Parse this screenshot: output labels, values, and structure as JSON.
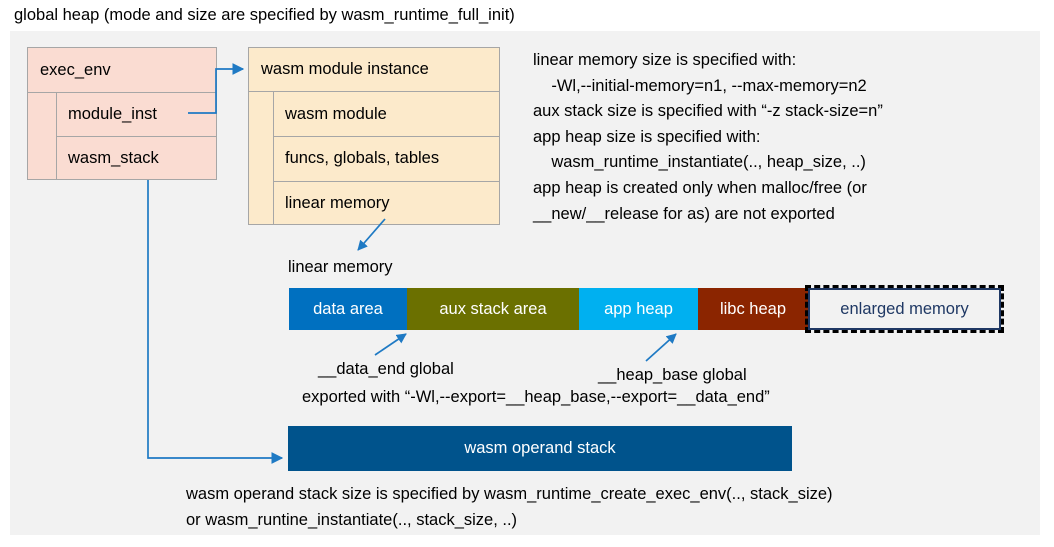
{
  "title": "global heap (mode and size are specified by wasm_runtime_full_init)",
  "colors": {
    "panel_bg": "#f2f2f2",
    "exec_env_fill": "#fadcd2",
    "module_inst_fill": "#fceacb",
    "box_border": "#a6a6a6",
    "connector": "#1f7ac4",
    "data_area": "#0070c0",
    "aux_stack_area": "#6b7000",
    "app_heap": "#00b0f0",
    "libc_heap": "#8b2500",
    "enlarged_memory_text": "#1f3864",
    "operand_stack_fill": "#00538c"
  },
  "exec_env": {
    "header": "exec_env",
    "fields": [
      "module_inst",
      "wasm_stack"
    ]
  },
  "module_instance": {
    "header": "wasm module instance",
    "fields": [
      "wasm module",
      "funcs, globals, tables",
      "linear memory"
    ]
  },
  "right_note": "linear memory size is specified with:\n    -Wl,--initial-memory=n1, --max-memory=n2\naux stack size is specified with “-z stack-size=n”\napp heap size is specified with:\n    wasm_runtime_instantiate(.., heap_size, ..)\napp heap is created only when malloc/free (or\n__new/__release for as) are not exported",
  "linear_memory": {
    "caption": "linear memory",
    "segments": [
      {
        "label": "data area",
        "color": "#0070c0",
        "width": 118
      },
      {
        "label": "aux stack area",
        "color": "#6b7000",
        "width": 172
      },
      {
        "label": "app heap",
        "color": "#00b0f0",
        "width": 119
      },
      {
        "label": "libc heap",
        "color": "#8b2500",
        "width": 110
      },
      {
        "label": "enlarged memory",
        "color": "#f2f2f2",
        "width": 193,
        "dashed": true
      }
    ]
  },
  "annotations": {
    "data_end": "__data_end global",
    "heap_base": "__heap_base global",
    "exported_with": "exported with “-Wl,--export=__heap_base,--export=__data_end”"
  },
  "operand_stack": {
    "label": "wasm operand stack"
  },
  "bottom_note": "wasm operand stack size is specified by wasm_runtime_create_exec_env(.., stack_size)\nor wasm_runtine_instantiate(.., stack_size, ..)"
}
